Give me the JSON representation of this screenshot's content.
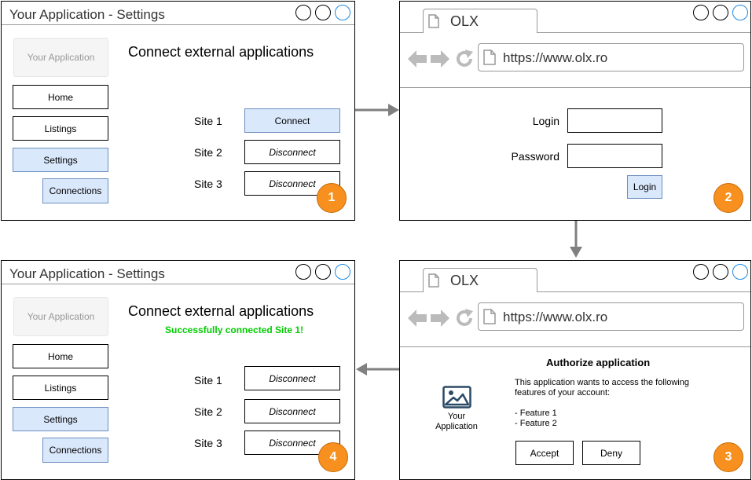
{
  "screens": [
    {
      "window_title": "Your Application - Settings",
      "logo": "Your Application",
      "heading": "Connect external applications",
      "nav": [
        "Home",
        "Listings",
        "Settings",
        "Connections"
      ],
      "sites": [
        {
          "label": "Site 1",
          "action": "Connect"
        },
        {
          "label": "Site 2",
          "action": "Disconnect"
        },
        {
          "label": "Site 3",
          "action": "Disconnect"
        }
      ],
      "step": "1"
    },
    {
      "tab_title": "OLX",
      "url": "https://www.olx.ro",
      "login_label": "Login",
      "password_label": "Password",
      "login_button": "Login",
      "step": "2"
    },
    {
      "tab_title": "OLX",
      "url": "https://www.olx.ro",
      "auth_title": "Authorize application",
      "app_name": "Your Application",
      "description": "This application wants to access the following features of your account:",
      "features": [
        "- Feature 1",
        "- Feature 2"
      ],
      "accept": "Accept",
      "deny": "Deny",
      "step": "3"
    },
    {
      "window_title": "Your Application - Settings",
      "logo": "Your Application",
      "heading": "Connect external applications",
      "success": "Successfully connected Site 1!",
      "nav": [
        "Home",
        "Listings",
        "Settings",
        "Connections"
      ],
      "sites": [
        {
          "label": "Site 1",
          "action": "Disconnect"
        },
        {
          "label": "Site 2",
          "action": "Disconnect"
        },
        {
          "label": "Site 3",
          "action": "Disconnect"
        }
      ],
      "step": "4"
    }
  ],
  "colors": {
    "active_fill": "#dae8fc",
    "active_border": "#6c8ebf",
    "badge": "#f7901e",
    "success": "#00cc00",
    "arrow": "#808080"
  },
  "icons": [
    "window-close-circle",
    "document-icon",
    "back-arrow-icon",
    "forward-arrow-icon",
    "reload-icon",
    "image-icon"
  ]
}
